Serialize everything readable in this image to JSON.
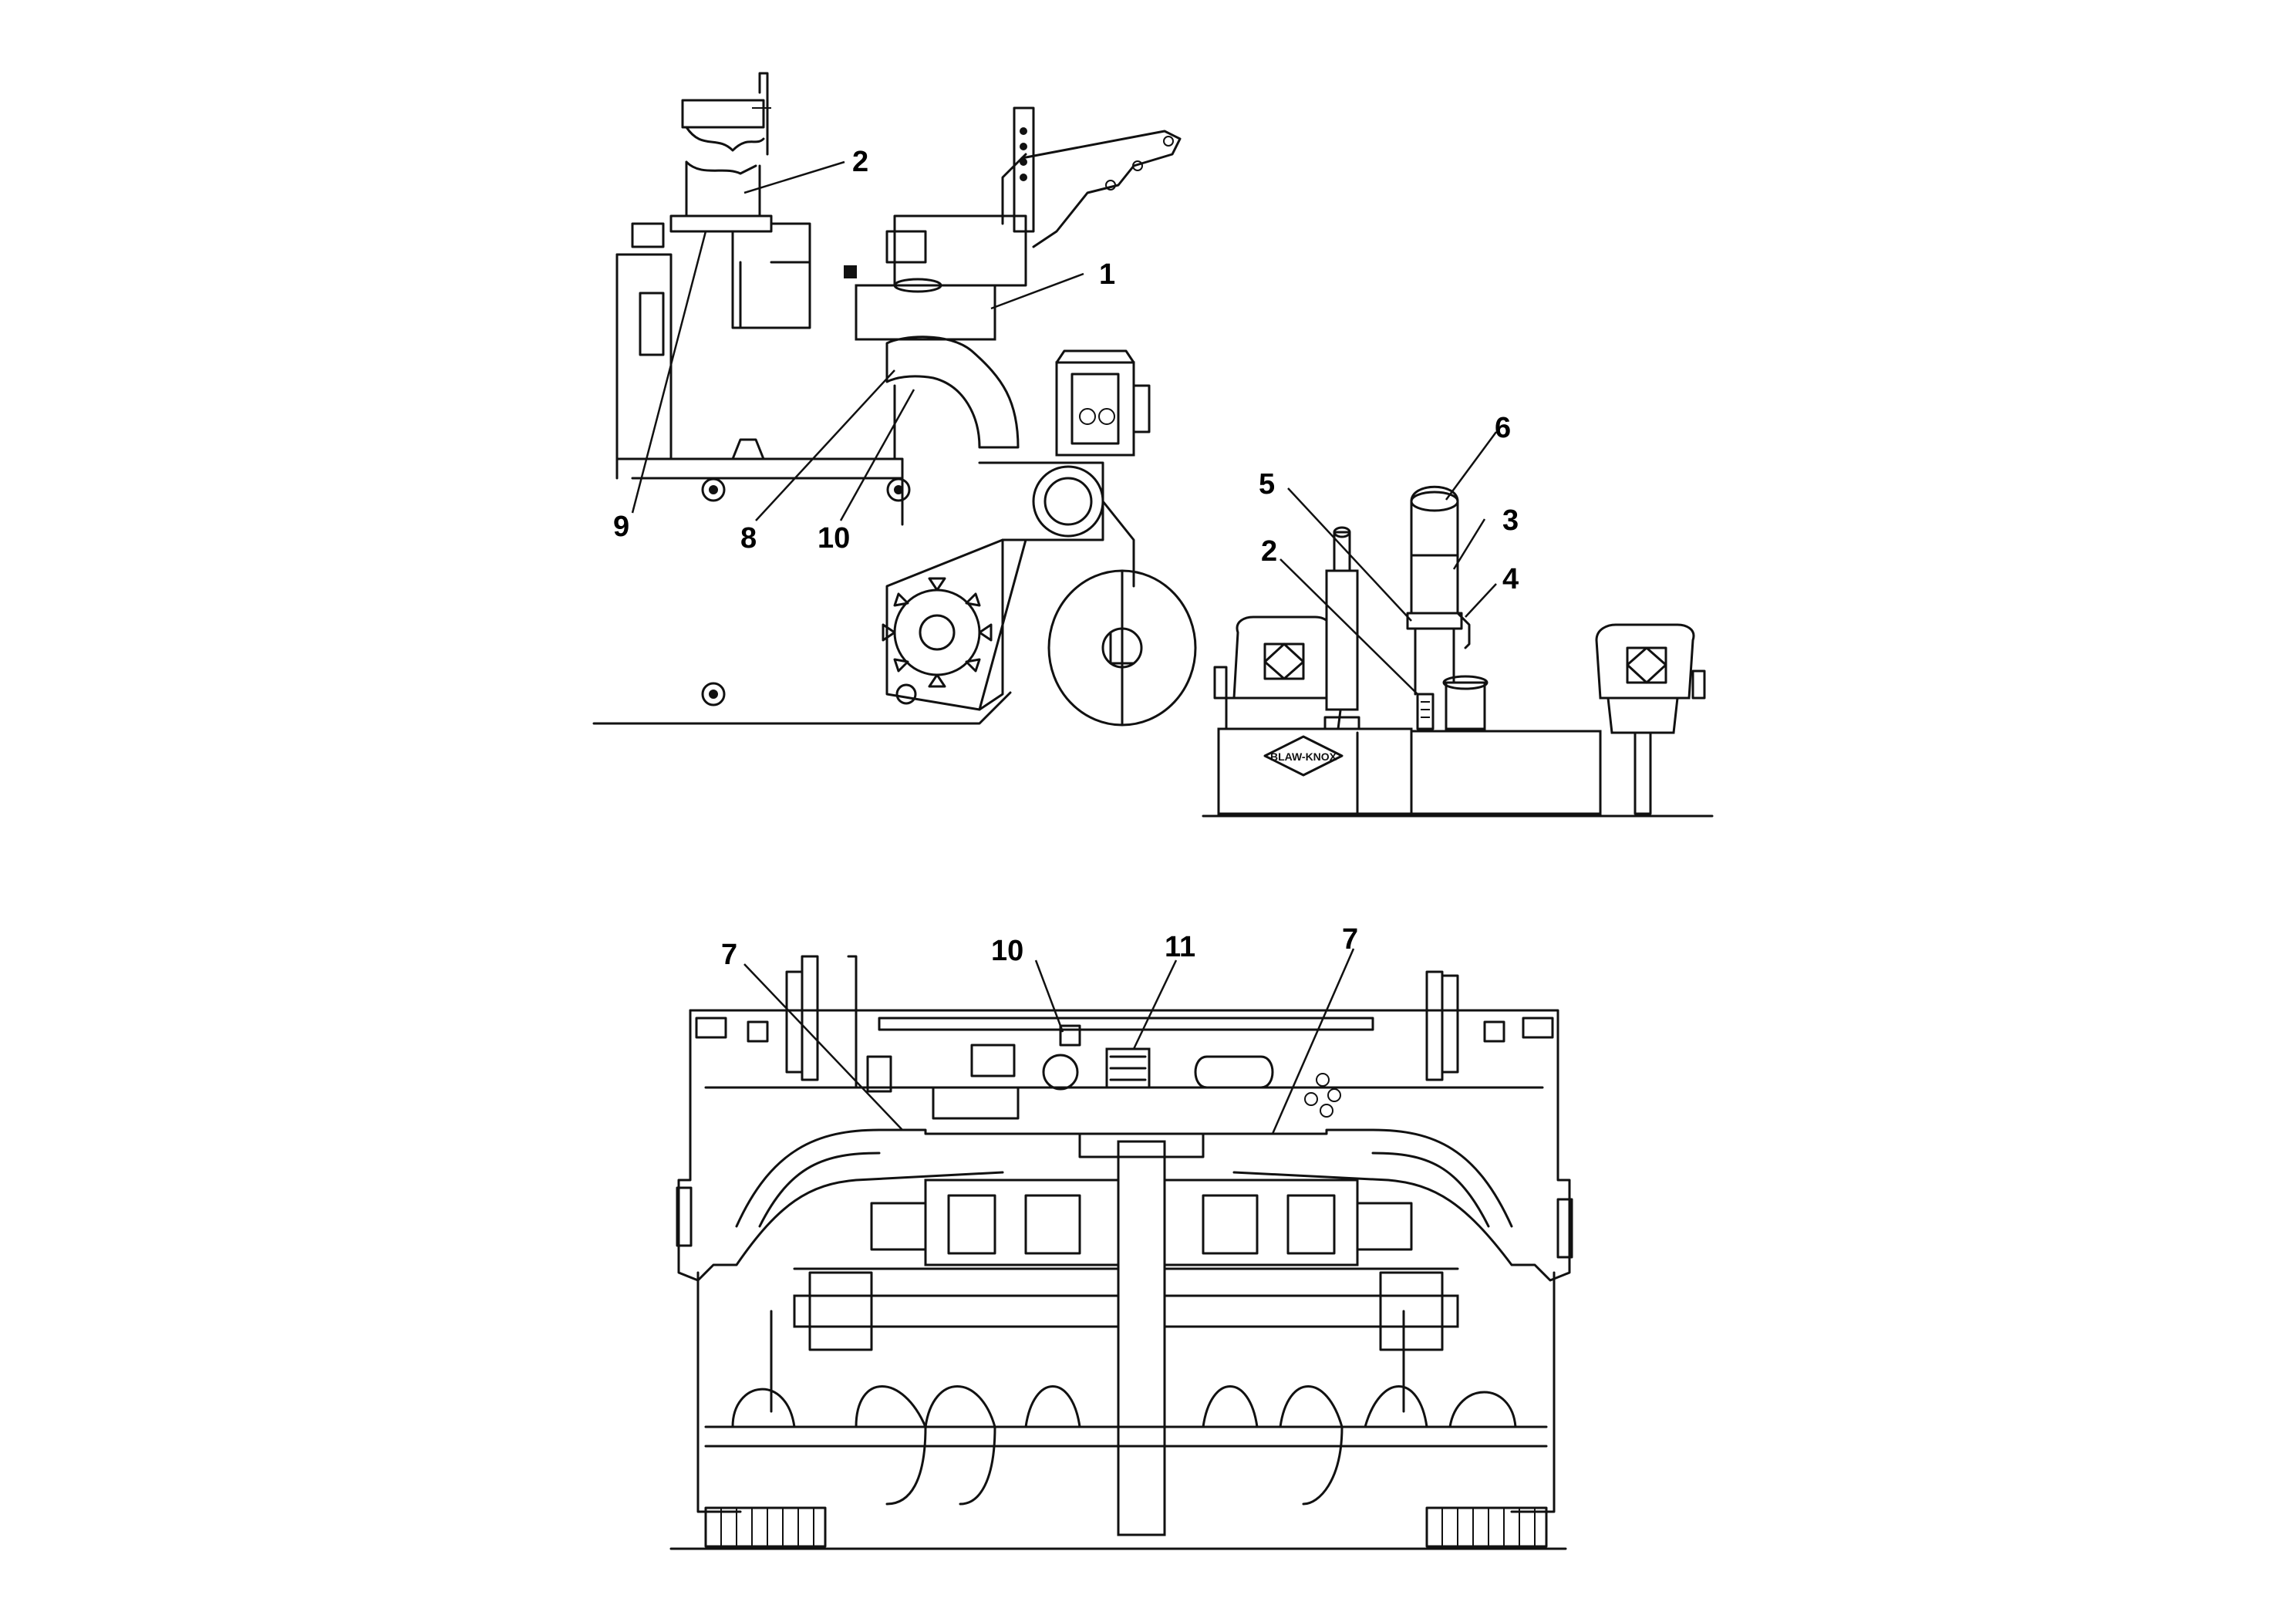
{
  "callouts": {
    "side_view": [
      "1",
      "2",
      "8",
      "9",
      "10"
    ],
    "operator_view": [
      "2",
      "3",
      "4",
      "5",
      "6"
    ],
    "rear_view": [
      "7",
      "7",
      "10",
      "11"
    ]
  },
  "logo_text": "BLAW-KNOX"
}
